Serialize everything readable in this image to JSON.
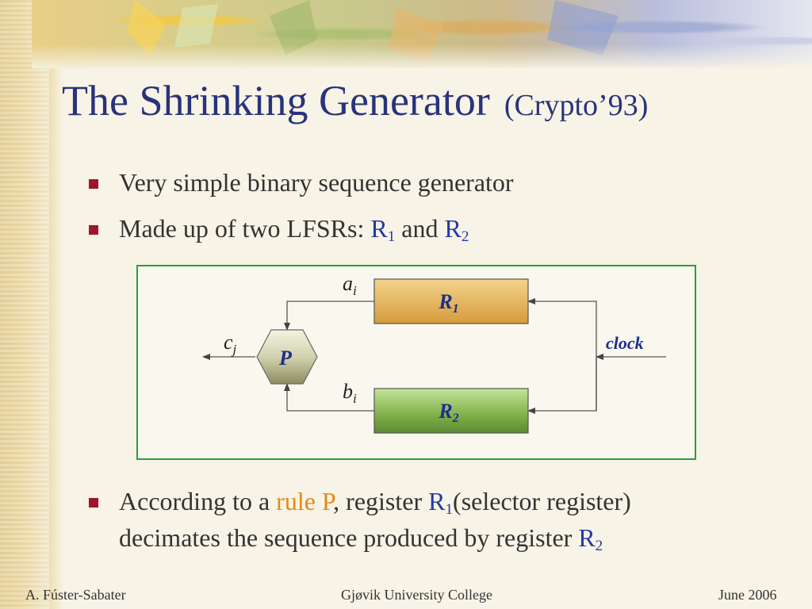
{
  "slide": {
    "title": "The Shrinking Generator",
    "title_sub": "(Crypto’93)",
    "bullets": [
      {
        "text": "Very simple binary sequence generator"
      },
      {
        "text_before": "Made up of two LFSRs: ",
        "r1": "R",
        "r1_sub": "1",
        "and": " and ",
        "r2": "R",
        "r2_sub": "2"
      },
      {
        "line1_before": "According to a ",
        "rule": "rule P",
        "line1_mid": ",  register ",
        "r1": "R",
        "r1_sub": "1",
        "line1_after": "(selector register)",
        "line2": "decimates the sequence produced by register ",
        "r2": "R",
        "r2_sub": "2"
      }
    ]
  },
  "diagram": {
    "r1_label": "R",
    "r1_sub": "1",
    "r2_label": "R",
    "r2_sub": "2",
    "p_label": "P",
    "a_label": "a",
    "a_sub": "i",
    "b_label": "b",
    "b_sub": "i",
    "c_label": "c",
    "c_sub": "j",
    "clock_label": "clock",
    "colors": {
      "r1_fill": "#e2b054",
      "r2_fill": "#8cc04a",
      "p_fill": "#cfcfa8",
      "frame": "#2e9c3e",
      "label_blue": "#1d2e8c"
    }
  },
  "footer": {
    "author": "A. Fúster-Sabater",
    "institution": "Gjøvik University College",
    "date": "June  2006"
  }
}
